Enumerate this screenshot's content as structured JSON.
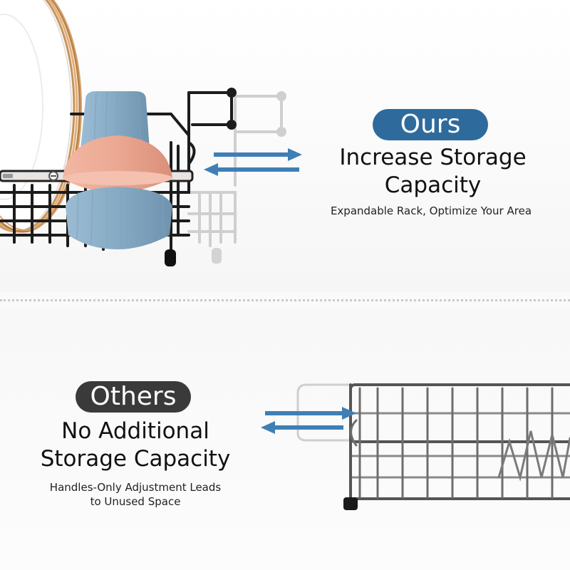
{
  "colors": {
    "ours_accent": "#2e6b9c",
    "others_badge": "#3a3a3a",
    "arrow_blue": "#3f7fb5",
    "rack_black": "#1c1c1c",
    "bowl_blue": "#8fb1c9",
    "bowl_pink": "#eba892",
    "plate_gold": "#d49a5c"
  },
  "ours": {
    "badge": "Ours",
    "headline_line1": "Increase Storage",
    "headline_line2": "Capacity",
    "subtext": "Expandable Rack, Optimize Your Area",
    "illustration": "expandable-black-rack-with-bowls-and-plates"
  },
  "others": {
    "badge": "Others",
    "headline_line1": "No Additional",
    "headline_line2": "Storage Capacity",
    "subtext_line1": "Handles-Only Adjustment Leads",
    "subtext_line2": "to Unused Space",
    "illustration": "stainless-wire-rack-with-handles"
  },
  "icons": {
    "ours_arrows": "double-arrow-icon",
    "others_arrows": "double-arrow-icon"
  }
}
